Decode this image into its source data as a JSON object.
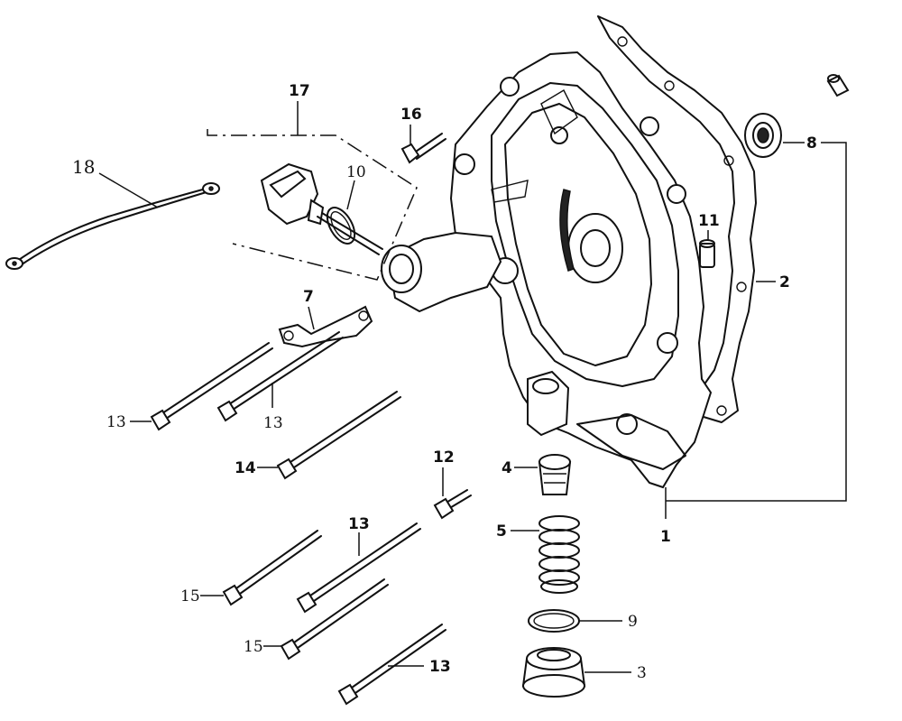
{
  "labels": {
    "p1": "1",
    "p2": "2",
    "p3": "3",
    "p4": "4",
    "p5": "5",
    "p7": "7",
    "p8": "8",
    "p9": "9",
    "p10": "10",
    "p11": "11",
    "p12": "12",
    "p13a": "13",
    "p13b": "13",
    "p13c": "13",
    "p13d": "13",
    "p14": "14",
    "p15a": "15",
    "p15b": "15",
    "p16": "16",
    "p17": "17",
    "p18": "18"
  }
}
